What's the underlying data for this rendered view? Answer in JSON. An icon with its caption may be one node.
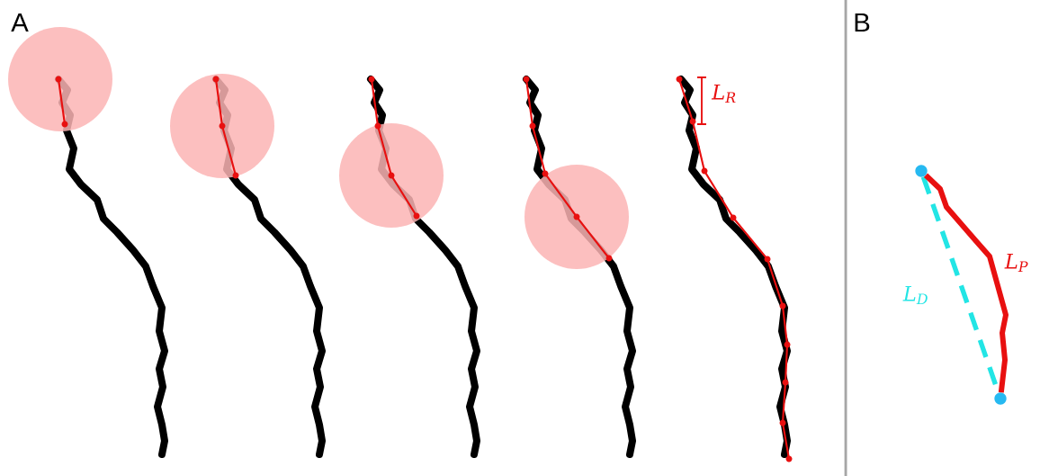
{
  "diagram": {
    "nodes": [
      {
        "text": [],
        "shape": "circle"
      },
      {
        "text": [],
        "shape": "circle"
      }
    ],
    "edges": [
      {
        "from": 0,
        "to": 1,
        "arrow": "none",
        "label": "*L*$_{D}$",
        "style": "dashed",
        "color": "#22e5e5"
      },
      {
        "from": 0,
        "to": 1,
        "arrow": "none",
        "label": "*L*$_{P}$",
        "color": "#e81010"
      }
    ],
    "labels": [
      "A",
      "*L*$_{R}$",
      "B"
    ]
  }
}
